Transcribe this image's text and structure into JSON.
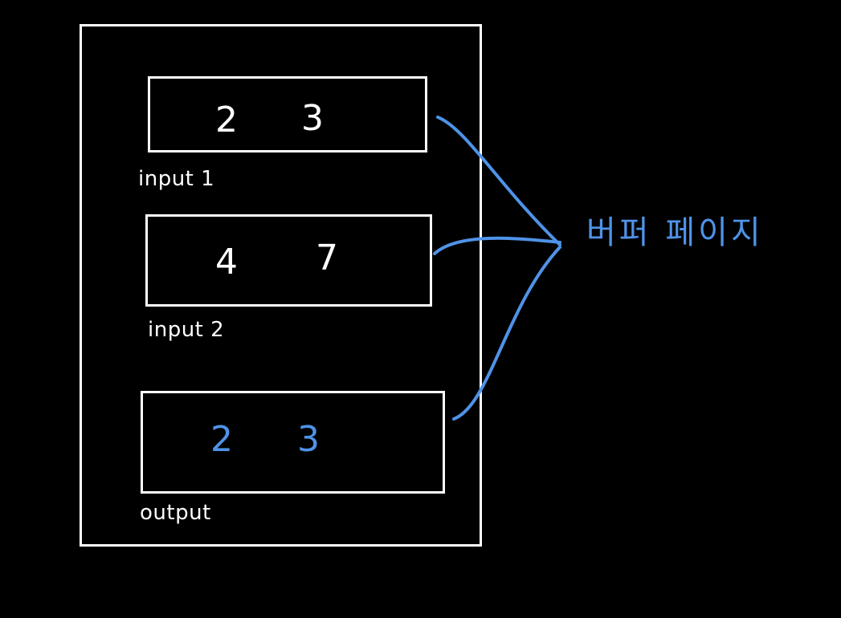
{
  "pages": [
    {
      "label": "input 1",
      "values": [
        "2",
        "3"
      ]
    },
    {
      "label": "input 2",
      "values": [
        "4",
        "7"
      ]
    },
    {
      "label": "output",
      "values": [
        "2",
        "3"
      ]
    }
  ],
  "buffer_page_label": "버퍼 페이지",
  "colors": {
    "background": "#000000",
    "outline": "#ffffff",
    "accent": "#4f93e8"
  }
}
